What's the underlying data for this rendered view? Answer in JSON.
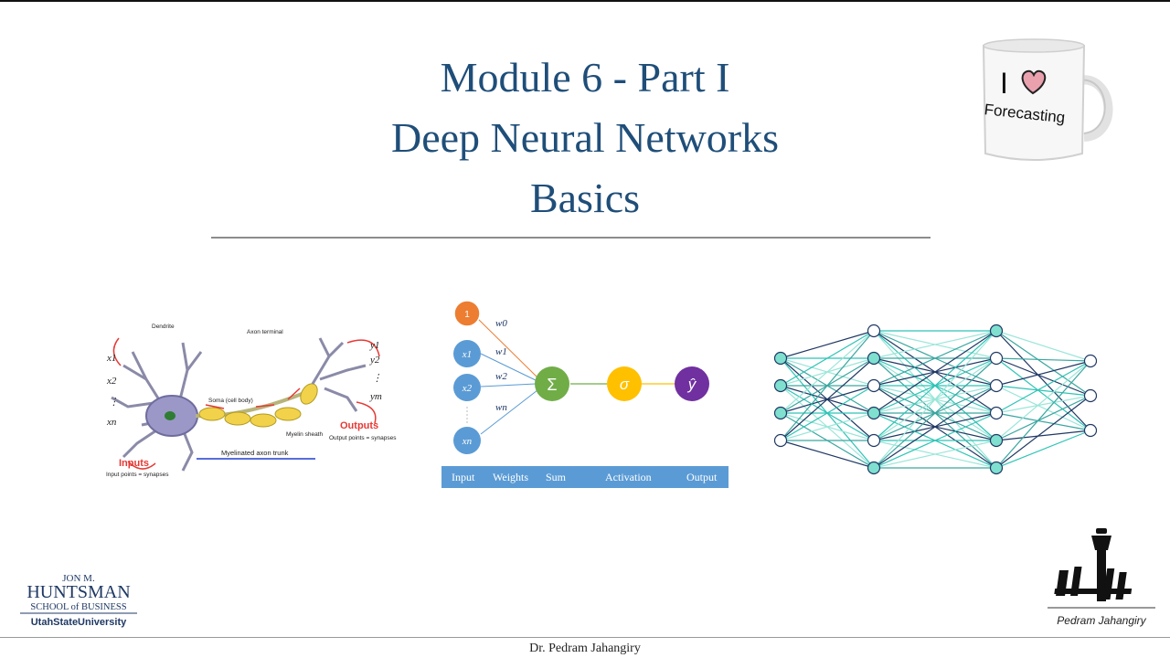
{
  "slide": {
    "title_lines": [
      "Module 6  - Part I",
      "Deep Neural Networks",
      "Basics"
    ],
    "footer": "Dr. Pedram Jahangiry"
  },
  "mug": {
    "line1": "I",
    "line2": "Forecasting",
    "icon": "heart-icon"
  },
  "neuron_diagram": {
    "dendrite": "Dendrite",
    "axon_terminal": "Axon terminal",
    "soma": "Soma (cell body)",
    "myelin": "Myelin sheath",
    "axon_trunk": "Myelinated axon trunk",
    "inputs": "Inputs",
    "inputs_sub": "Input points = synapses",
    "outputs": "Outputs",
    "outputs_sub": "Output points = synapses",
    "x_labels": [
      "x1",
      "x2",
      "⋮",
      "xn"
    ],
    "y_labels": [
      "y1",
      "y2",
      "⋮",
      "ym"
    ]
  },
  "perceptron": {
    "bias": "1",
    "inputs": [
      "x1",
      "x2",
      "xn"
    ],
    "weights": [
      "w0",
      "w1",
      "w2",
      "wn"
    ],
    "sum_symbol": "Σ",
    "activation_symbol": "σ",
    "output_symbol": "ŷ",
    "bar_labels": [
      "Input",
      "Weights",
      "Sum",
      "Activation",
      "Output"
    ],
    "colors": {
      "bias": "#ed7d31",
      "input": "#5b9bd5",
      "sum": "#70ad47",
      "activation": "#ffc000",
      "output": "#7030a0",
      "bar": "#5b9bd5"
    }
  },
  "dnn": {
    "layers": [
      4,
      6,
      6,
      3
    ]
  },
  "logo": {
    "line1": "JON M.",
    "line2": "HUNTSMAN",
    "line3": "SCHOOL of BUSINESS",
    "line4": "UtahStateUniversity"
  },
  "signature": {
    "name": "Pedram Jahangiry"
  }
}
